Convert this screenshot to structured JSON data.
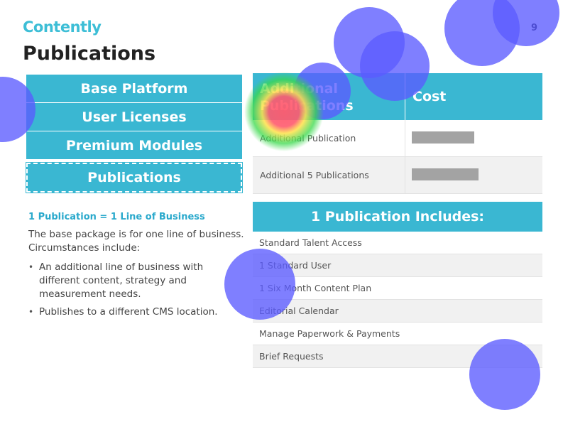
{
  "brand": {
    "logo_text": "Contently",
    "accent": "#3ab7d2"
  },
  "page_number": "9",
  "title": "Publications",
  "stack": {
    "items": [
      "Base Platform",
      "User Licenses",
      "Premium Modules"
    ],
    "highlighted": "Publications"
  },
  "left": {
    "subhead": "1 Publication = 1 Line of Business",
    "body": "The base package is for one line of business. Circumstances include:",
    "bullets": [
      "An additional line of business with different content, strategy and measurement needs.",
      "Publishes to a different CMS location."
    ]
  },
  "cost_table": {
    "headers": [
      "Additional Publications",
      "Cost"
    ],
    "rows": [
      {
        "label": "Additional Publication"
      },
      {
        "label": "Additional 5 Publications"
      }
    ]
  },
  "includes_table": {
    "header": "1 Publication Includes:",
    "rows": [
      "Standard Talent Access",
      "1 Standard User",
      "1 Six Month Content Plan",
      "Editorial Calendar",
      "Manage Paperwork & Payments",
      "Brief Requests"
    ]
  },
  "overlay": {
    "circle_color": "#5b5bff",
    "heat_colors": [
      "#ff5a6e",
      "#ffe24a",
      "#38d94a"
    ]
  }
}
